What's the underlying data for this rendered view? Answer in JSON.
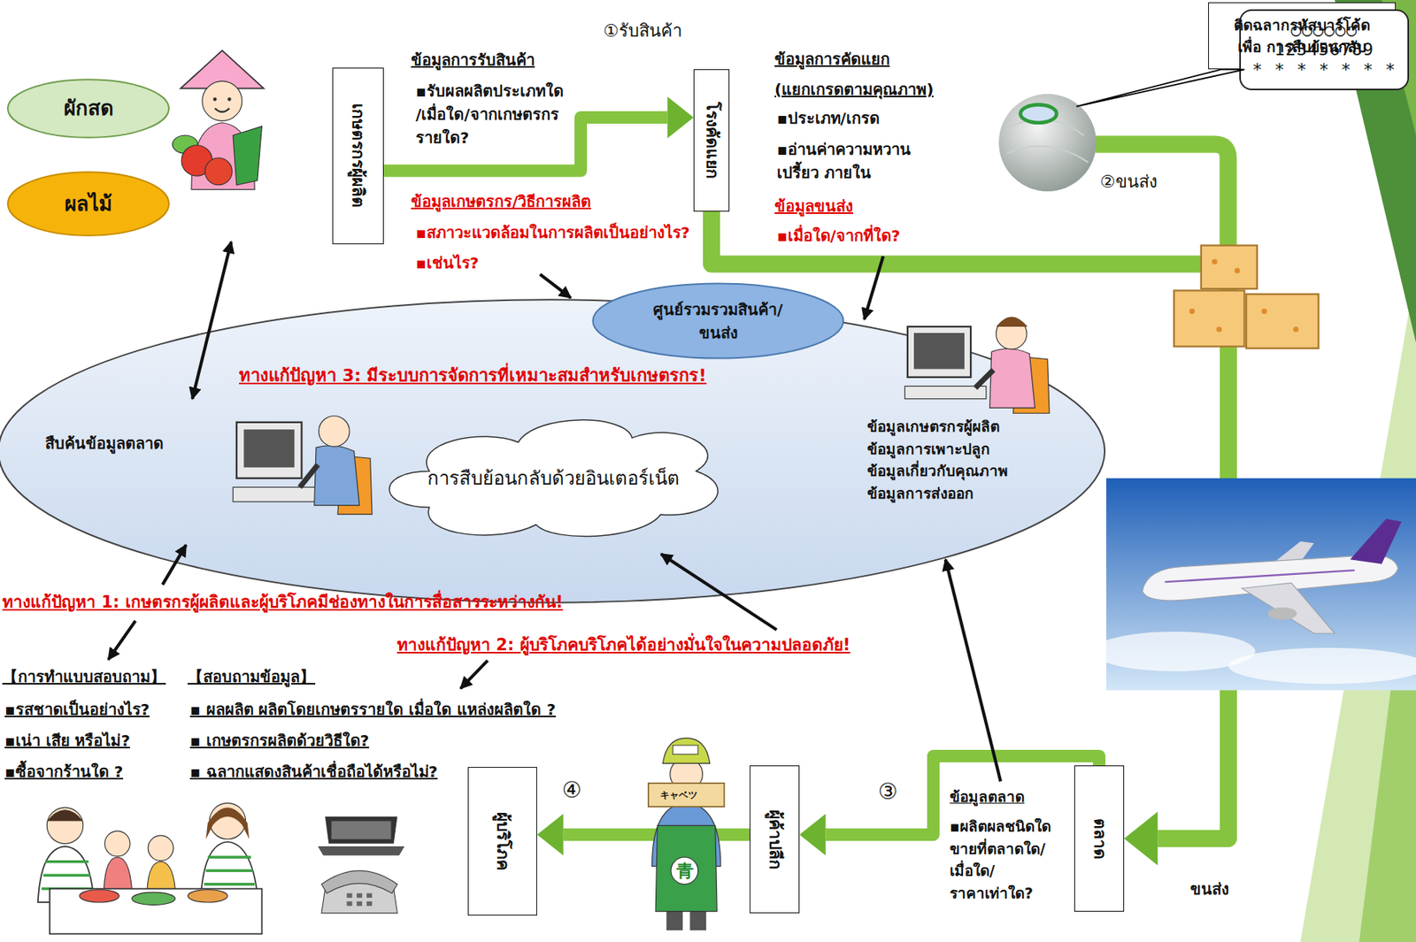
{
  "diagram": {
    "nodes": [
      {
        "text": [
          "ผักสด"
        ]
      },
      {
        "text": [
          "ผลไม้"
        ]
      },
      {
        "text": [
          "เกษตรกรผู้ผลิต"
        ]
      },
      {
        "text": [
          "โรงคัดแยก"
        ]
      },
      {
        "text": [
          "ติดฉลากรหัสบาร์โค้ด เพื่อ การสืบย้อนกลับ"
        ]
      },
      {
        "text": [
          "○○○○○○",
          "123456789",
          "* * * * * * *"
        ]
      },
      {
        "text": [
          "ทางแก้ปัญหา 3: มีระบบการจัดการที่เหมาะสมสำหรับเกษตรกร!",
          "สืบค้นข้อมูลตลาด",
          "ข้อมูลเกษตรกรผู้ผลิต ข้อมูลการเพาะปลูก ข้อมูลเกี่ยวกับคุณภาพ ข้อมูลการส่งออก"
        ]
      },
      {
        "text": [
          "ศูนย์รวมรวมสินค้า/ ขนส่ง"
        ],
        "in": 6
      },
      {
        "text": [
          "การสืบย้อนกลับด้วยอินเตอร์เน็ต"
        ],
        "in": 6
      },
      {
        "text": [
          "ตลาด"
        ]
      },
      {
        "text": [
          "ผู้ค้าปลีก"
        ]
      },
      {
        "text": [
          "ผู้บริโภค"
        ]
      }
    ],
    "edges": [
      {
        "from": 2,
        "to": 3,
        "arrow": "to"
      },
      {
        "from": 3,
        "to": 9,
        "arrow": "to"
      },
      {
        "from": 9,
        "to": 10,
        "arrow": "to"
      },
      {
        "from": 10,
        "to": 11,
        "arrow": "to"
      }
    ],
    "labels": [
      "ข้อมูลการรับสินค้า",
      "▪รับผลผลิตประเภทใด /เมื่อใด/จากเกษตรกร รายใด?",
      "ข้อมูลเกษตรกร/วิธีการผลิต",
      "▪สภาวะแวดล้อมในการผลิตเป็นอย่างไร?",
      "▪เช่นไร?",
      "①รับสินค้า",
      "ข้อมูลการคัดแยก",
      "(แยกเกรดตามคุณภาพ)",
      "▪ประเภท/เกรด",
      "▪อ่านค่าความหวาน เปรี้ยว ภายใน",
      "ข้อมูลขนส่ง",
      "▪เมื่อใด/จากที่ใด?",
      "②ขนส่ง",
      "ทางแก้ปัญหา 1: เกษตรกรผู้ผลิตและผู้บริโภคมีช่องทางในการสื่อสารระหว่างกัน!",
      "ทางแก้ปัญหา 2: ผู้บริโภคบริโภคได้อย่างมั่นใจในความปลอดภัย!",
      "【การทำแบบสอบถาม】",
      "▪รสชาดเป็นอย่างไร?",
      "▪เน่า เสีย หรือไม่?",
      "▪ซื้อจากร้านใด ?",
      "【สอบถามข้อมูล】",
      "▪ ผลผลิต ผลิตโดยเกษตรรายใด เมื่อใด แหล่งผลิตใด ?",
      "▪ เกษตรกรผลิตด้วยวิธีใด?",
      "▪ ฉลากแสดงสินค้าเชื่อถือได้หรือไม่?",
      "④",
      "③",
      "ข้อมูลตลาด",
      "▪ผลิตผลชนิดใด ขายที่ตลาดใด/ เมื่อใด/ ราคาเท่าใด?",
      "ขนส่ง",
      "キャベツ",
      "青"
    ]
  }
}
